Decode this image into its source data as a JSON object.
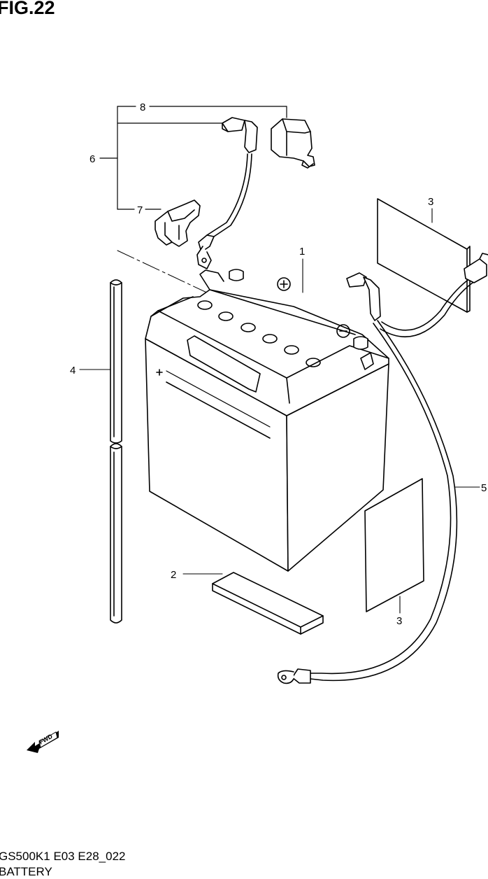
{
  "figure": {
    "title": "FIG.22"
  },
  "callouts": {
    "c1": "1",
    "c2": "2",
    "c3a": "3",
    "c3b": "3",
    "c4": "4",
    "c5": "5",
    "c6": "6",
    "c7": "7",
    "c8": "8"
  },
  "fwd_badge": {
    "label": "FWD",
    "icon": "fwd-arrow-icon"
  },
  "footer": {
    "model_code": "GS500K1 E03 E28_022",
    "section_name": "BATTERY"
  }
}
